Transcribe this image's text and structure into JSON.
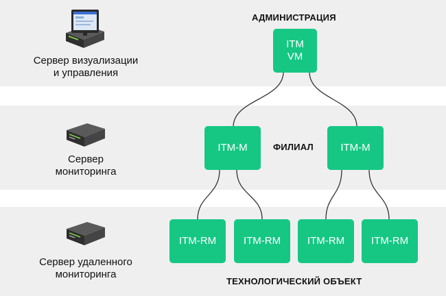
{
  "colors": {
    "node": "#16c784",
    "band": "#efefef",
    "line": "#333333"
  },
  "tiers": {
    "admin": "АДМИНИСТРАЦИЯ",
    "branch": "ФИЛИАЛ",
    "facility": "ТЕХНОЛОГИЧЕСКИЙ ОБЪЕКТ"
  },
  "servers": {
    "visualization": {
      "label": "Сервер визуализации\nи управления",
      "icon": "monitor-server-icon"
    },
    "monitoring": {
      "label": "Сервер\nмониторинга",
      "icon": "server-icon"
    },
    "remote": {
      "label": "Сервер удаленного\nмониторинга",
      "icon": "server-icon"
    }
  },
  "nodes": {
    "vm": "ITM\nVM",
    "m1": "ITM-M",
    "m2": "ITM-M",
    "rm1": "ITM-RM",
    "rm2": "ITM-RM",
    "rm3": "ITM-RM",
    "rm4": "ITM-RM"
  }
}
